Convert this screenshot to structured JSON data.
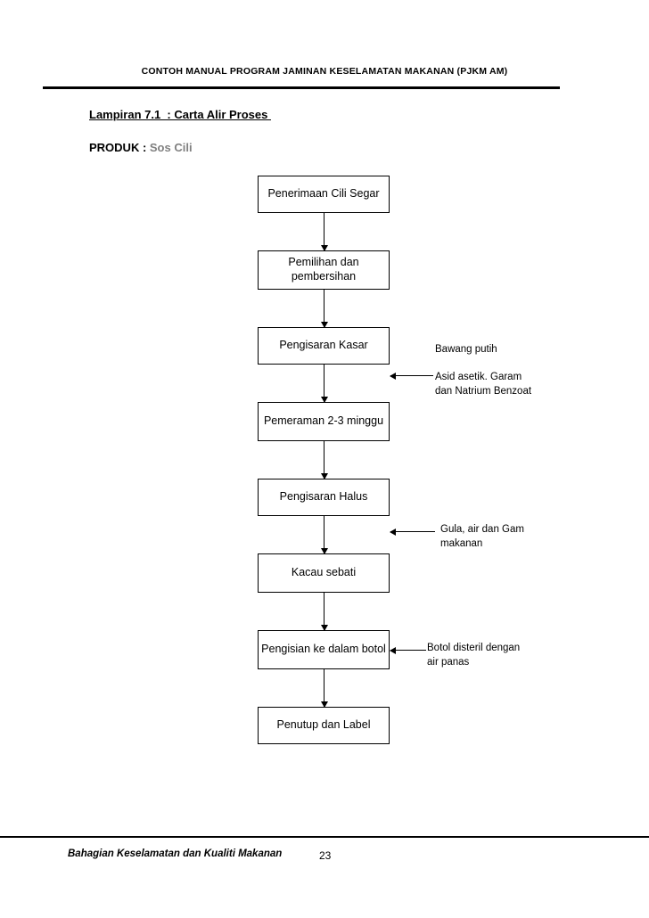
{
  "document": {
    "header_title": "CONTOH MANUAL PROGRAM JAMINAN KESELAMATAN MAKANAN (PJKM AM)",
    "section_title": "Lampiran 7.1  : Carta Alir Proses ",
    "product_label": "PRODUK : ",
    "product_value": "Sos Cili",
    "footer_text": "Bahagian Keselamatan dan Kualiti Makanan",
    "page_number": "23"
  },
  "chart_data": {
    "type": "diagram",
    "title": "Carta Alir Proses - Sos Cili",
    "nodes": [
      {
        "id": "n1",
        "label": "Penerimaan Cili Segar"
      },
      {
        "id": "n2",
        "label": "Pemilihan dan pembersihan"
      },
      {
        "id": "n3",
        "label": "Pengisaran Kasar"
      },
      {
        "id": "n4",
        "label": "Pemeraman 2-3 minggu"
      },
      {
        "id": "n5",
        "label": "Pengisaran Halus"
      },
      {
        "id": "n6",
        "label": "Kacau sebati"
      },
      {
        "id": "n7",
        "label": "Pengisian ke dalam botol"
      },
      {
        "id": "n8",
        "label": "Penutup dan Label"
      }
    ],
    "edges": [
      {
        "from": "n1",
        "to": "n2"
      },
      {
        "from": "n2",
        "to": "n3"
      },
      {
        "from": "n3",
        "to": "n4"
      },
      {
        "from": "n4",
        "to": "n5"
      },
      {
        "from": "n5",
        "to": "n6"
      },
      {
        "from": "n6",
        "to": "n7"
      },
      {
        "from": "n7",
        "to": "n8"
      }
    ],
    "annotations": [
      {
        "id": "a1",
        "text": "Bawang putih",
        "target": "n3"
      },
      {
        "id": "a2",
        "text": "Asid asetik. Garam\ndan Natrium Benzoat",
        "target": "n3-n4"
      },
      {
        "id": "a3",
        "text": "Gula, air dan Gam\nmakanan",
        "target": "n5-n6"
      },
      {
        "id": "a4",
        "text": "Botol disteril dengan\nair panas",
        "target": "n7"
      }
    ]
  }
}
